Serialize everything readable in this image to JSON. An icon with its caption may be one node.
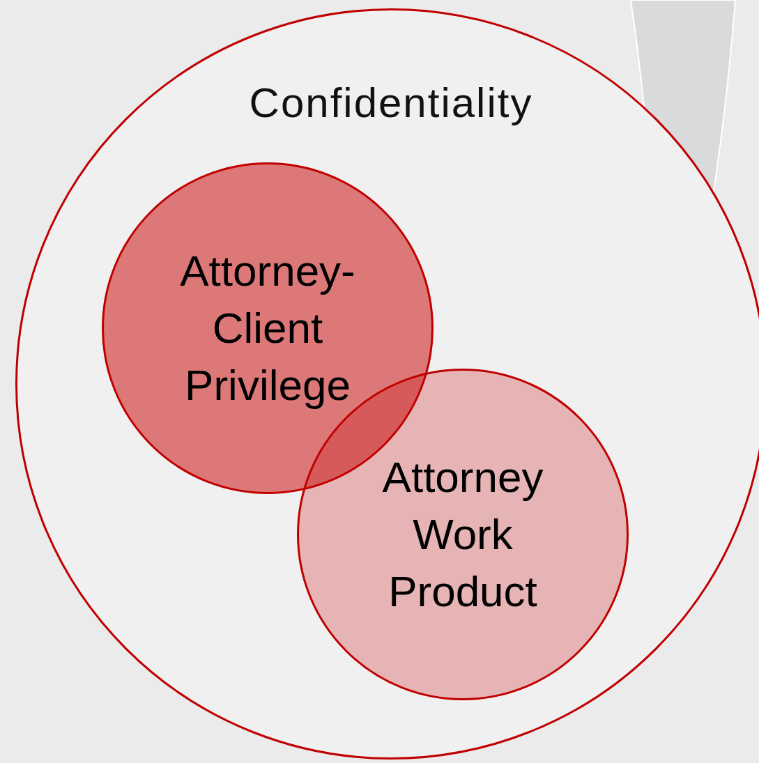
{
  "diagram": {
    "nodes": [
      {
        "text": [
          "Confidentiality"
        ]
      },
      {
        "text": [
          "Attorney-Client Privilege"
        ],
        "in": 0
      },
      {
        "text": [
          "Attorney Work Product"
        ],
        "in": 0
      }
    ]
  }
}
